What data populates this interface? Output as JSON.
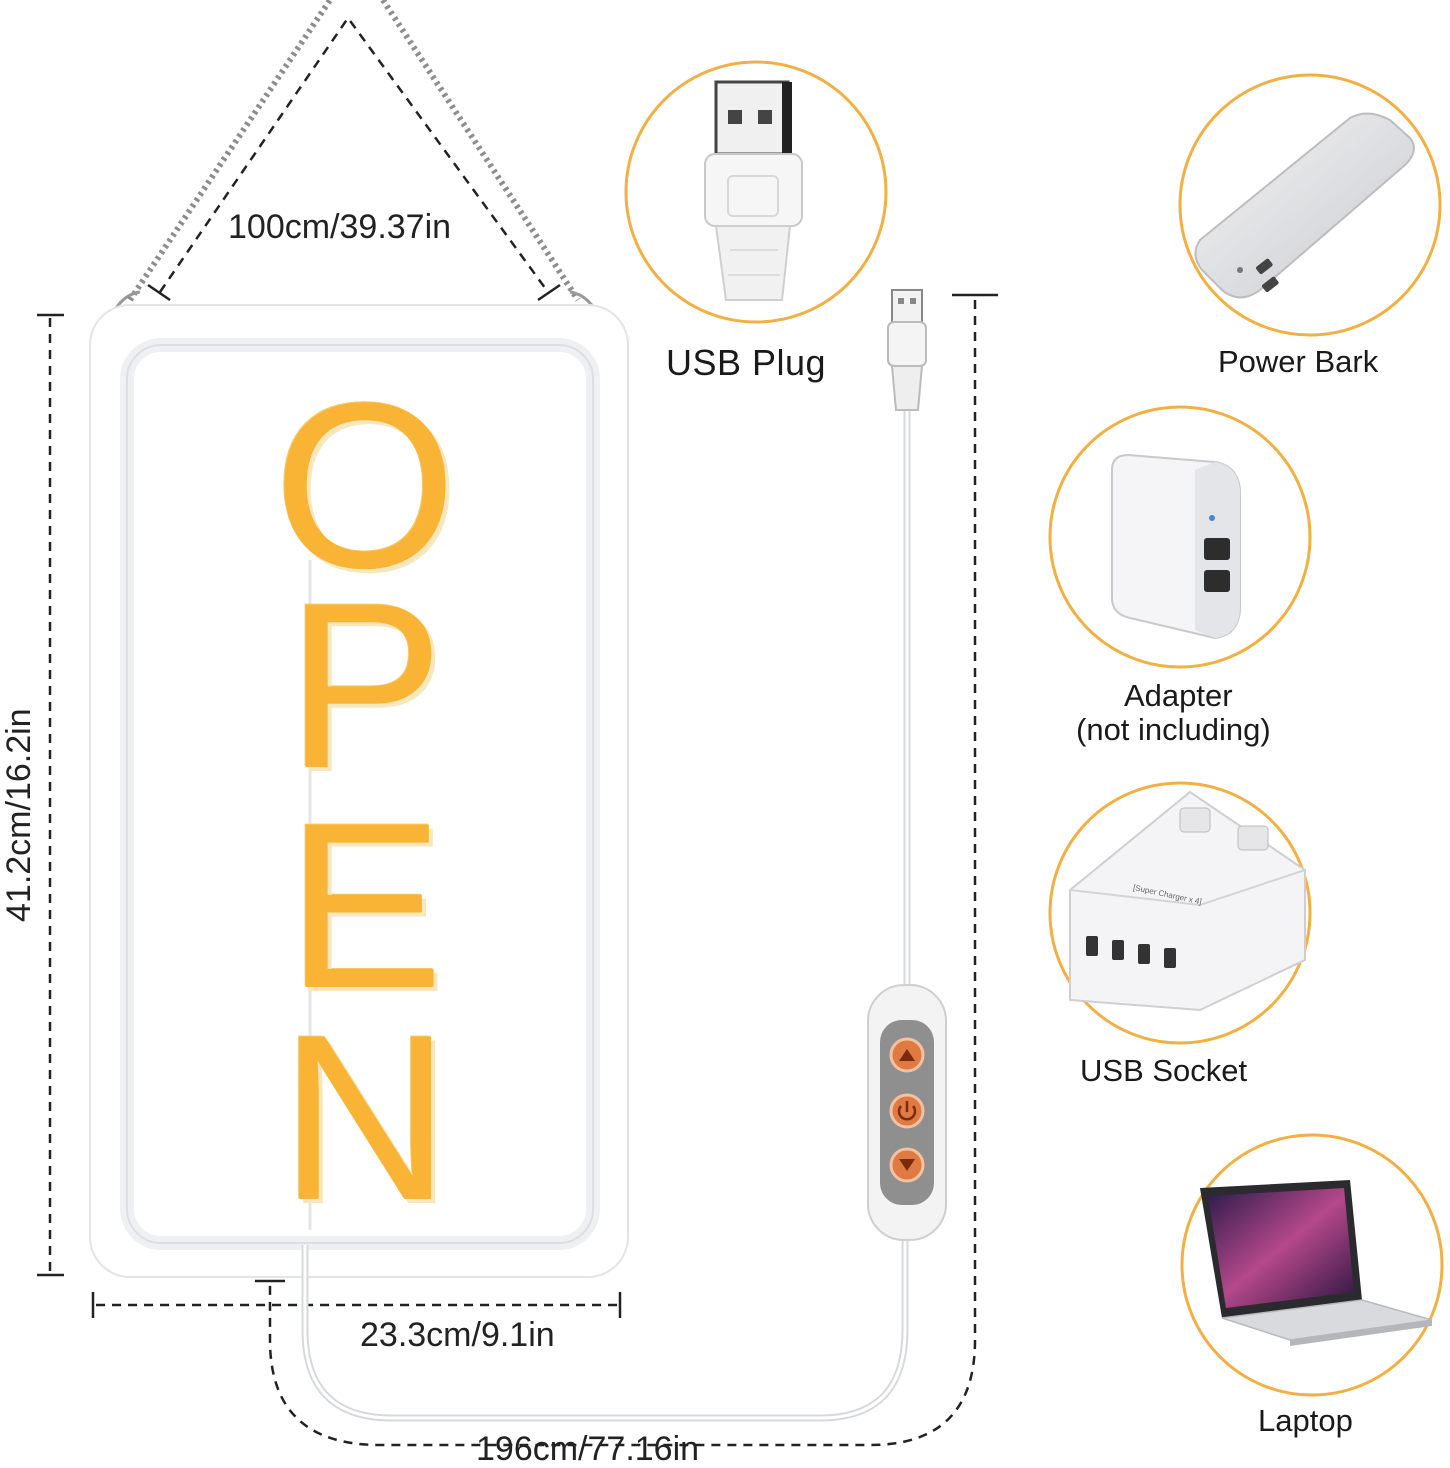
{
  "sign": {
    "letters": [
      "O",
      "P",
      "E",
      "N"
    ],
    "neon_color": "#f9b435"
  },
  "dimensions": {
    "chain_length": "100cm/39.37in",
    "height": "41.2cm/16.2in",
    "width": "23.3cm/9.1in",
    "cable_length": "196cm/77.16in"
  },
  "accessories": {
    "usb_plug": {
      "label": "USB Plug",
      "icon": "usb-plug-icon"
    },
    "power_bank": {
      "label": "Power Bark",
      "icon": "power-bank-icon"
    },
    "adapter": {
      "label_line1": "Adapter",
      "label_line2": "(not including)",
      "icon": "wall-adapter-icon"
    },
    "usb_socket": {
      "label": "USB Socket",
      "printed_text": "[Super Charger x 4]",
      "icon": "usb-socket-icon"
    },
    "laptop": {
      "label": "Laptop",
      "icon": "laptop-icon"
    }
  },
  "controller": {
    "buttons": [
      "brightness-up",
      "power",
      "brightness-down"
    ]
  },
  "colors": {
    "circle_ring": "#f2b044",
    "neon": "#f9b435",
    "button": "#e07a43"
  }
}
